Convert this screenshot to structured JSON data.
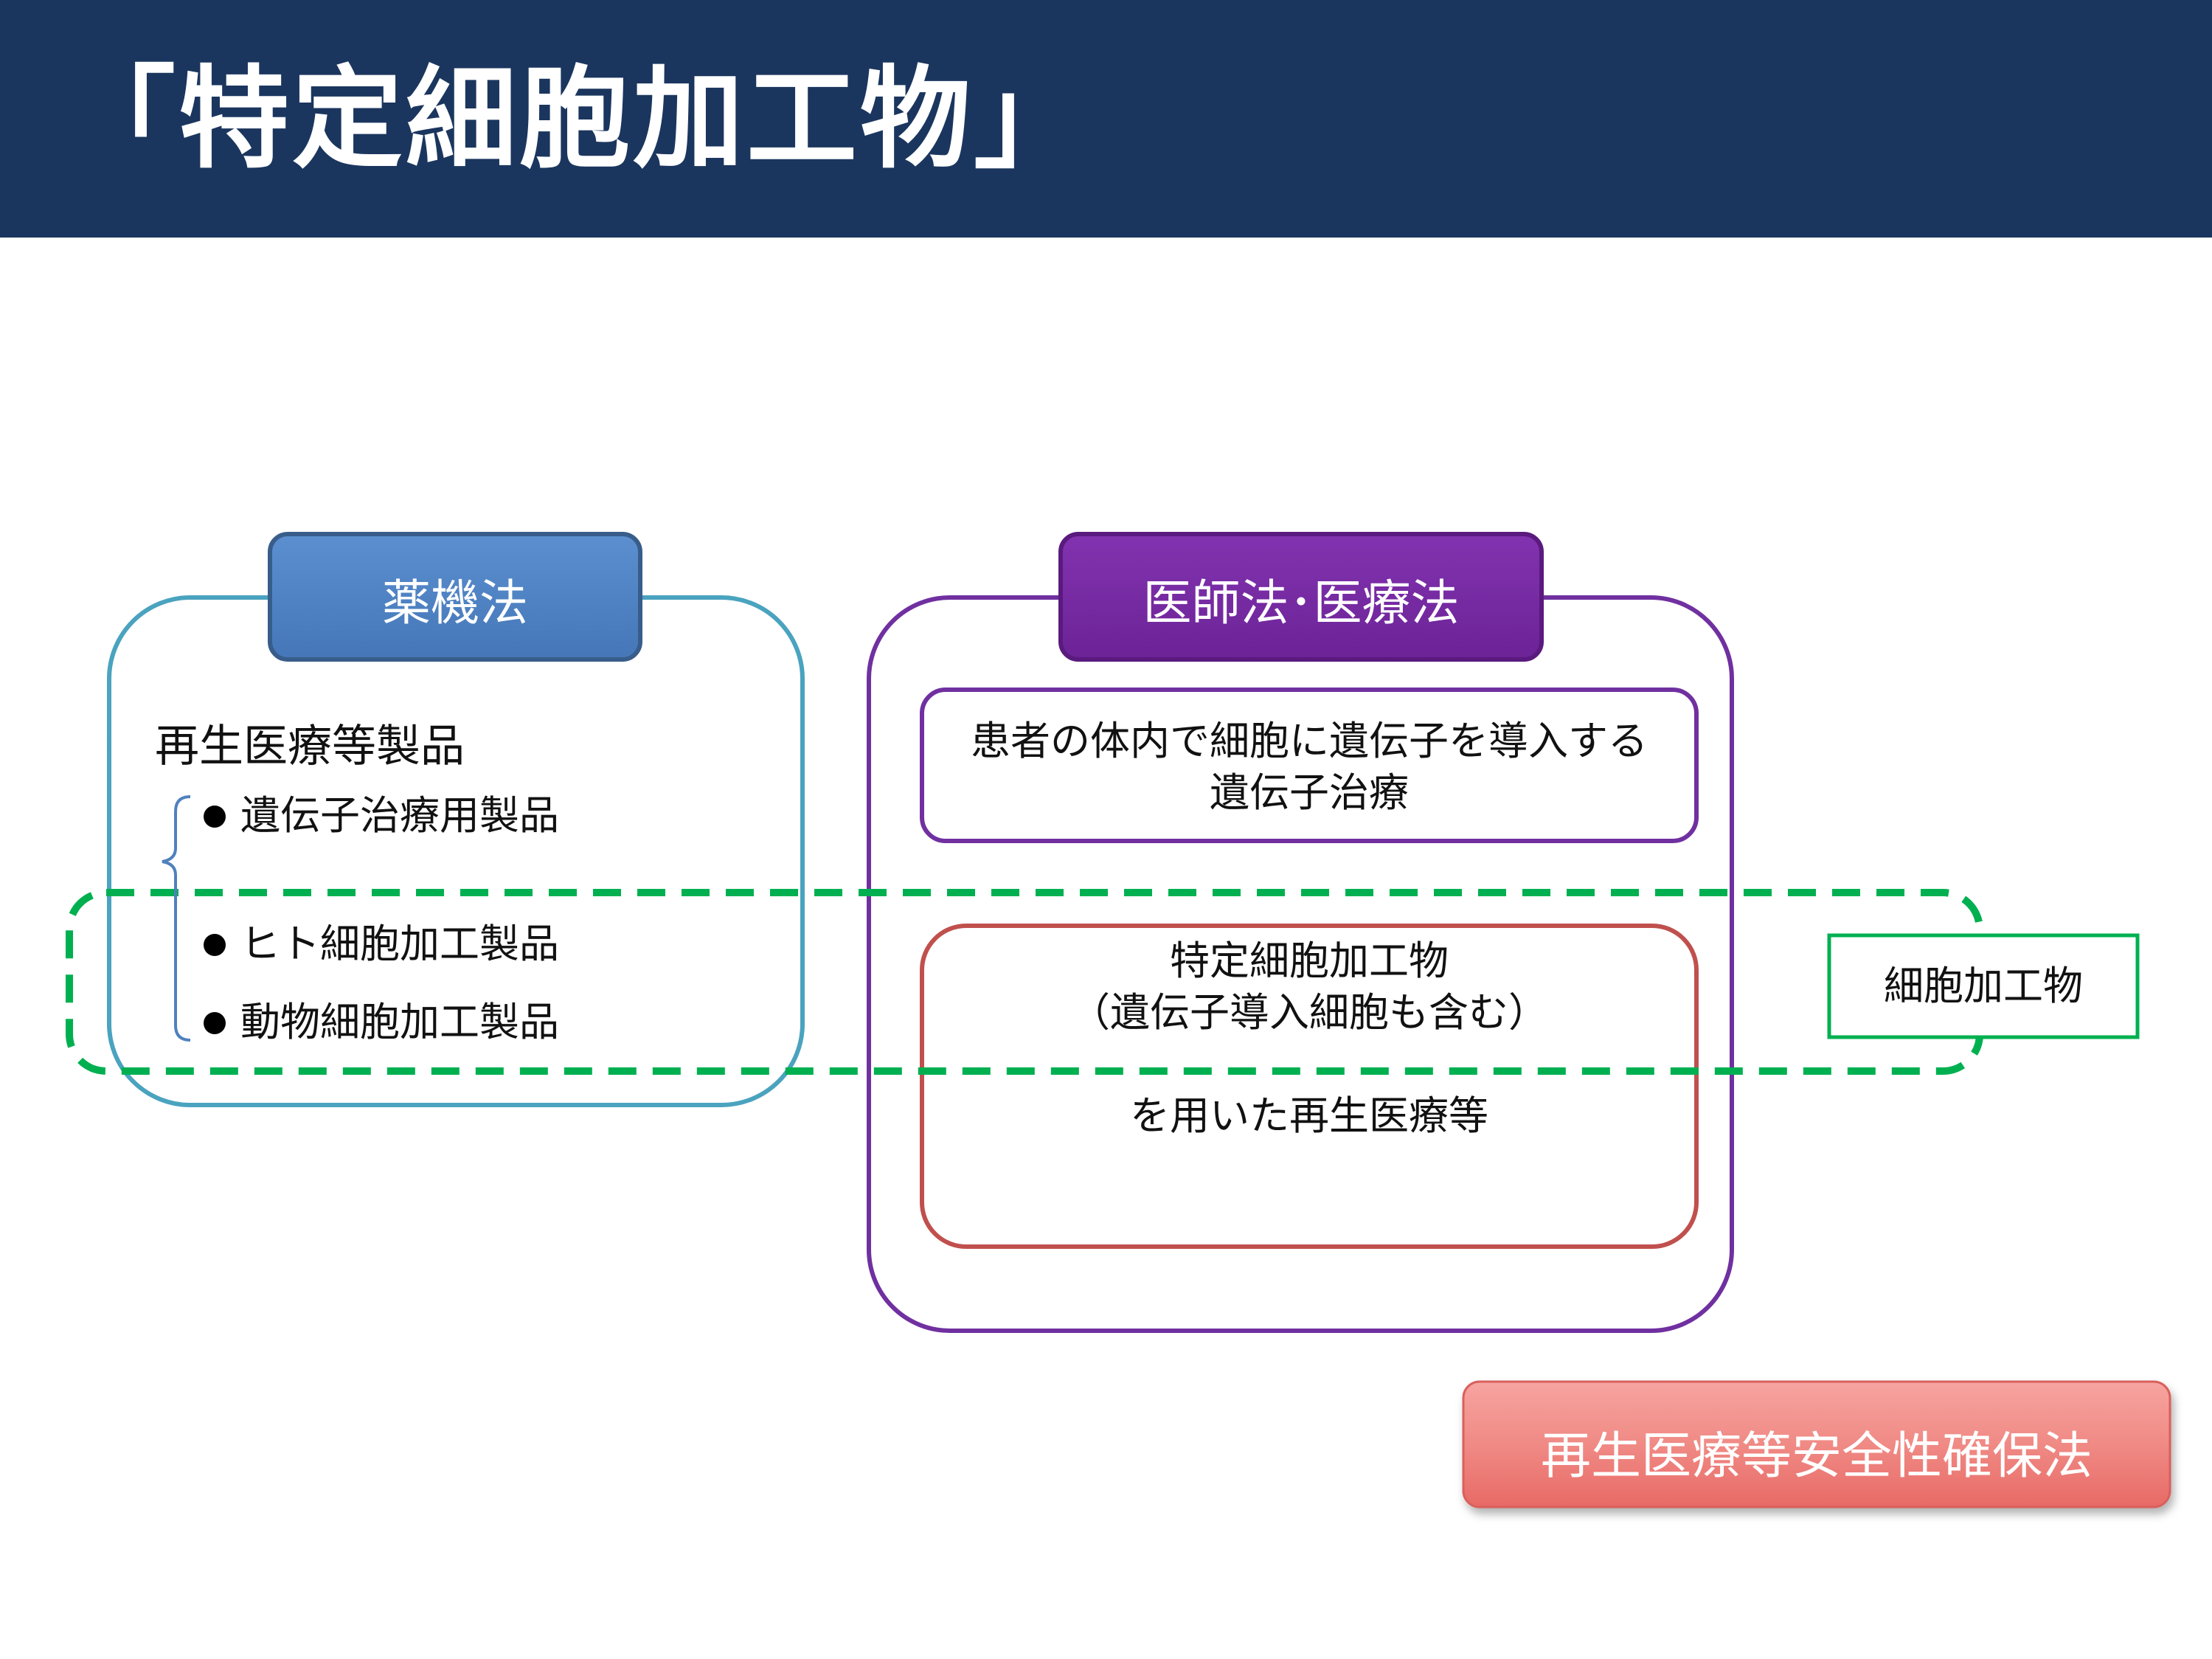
{
  "header": {
    "title": "「特定細胞加工物」",
    "background": "#1b365e"
  },
  "diagram": {
    "yakki": {
      "tab_label": "薬機法",
      "heading": "再生医療等製品",
      "items": [
        "遺伝子治療用製品",
        "ヒト細胞加工製品",
        "動物細胞加工製品"
      ],
      "bullet_icon": "filled-circle",
      "border_color": "#4aa3bf",
      "tab_color": "#4f81bd"
    },
    "ishi": {
      "tab_label": "医師法･医療法",
      "gene_therapy_line1": "患者の体内で細胞に遺伝子を導入する",
      "gene_therapy_line2": "遺伝子治療",
      "specified_line1": "特定細胞加工物",
      "specified_line2": "（遺伝子導入細胞も含む）",
      "specified_line3": "を用いた再生医療等",
      "border_color": "#7030a0",
      "specified_border_color": "#c0504d"
    },
    "cell_processed_label": "細胞加工物",
    "cell_processed_color": "#00b050",
    "safety_act_label": "再生医療等安全性確保法",
    "safety_act_color": "#f08080"
  }
}
